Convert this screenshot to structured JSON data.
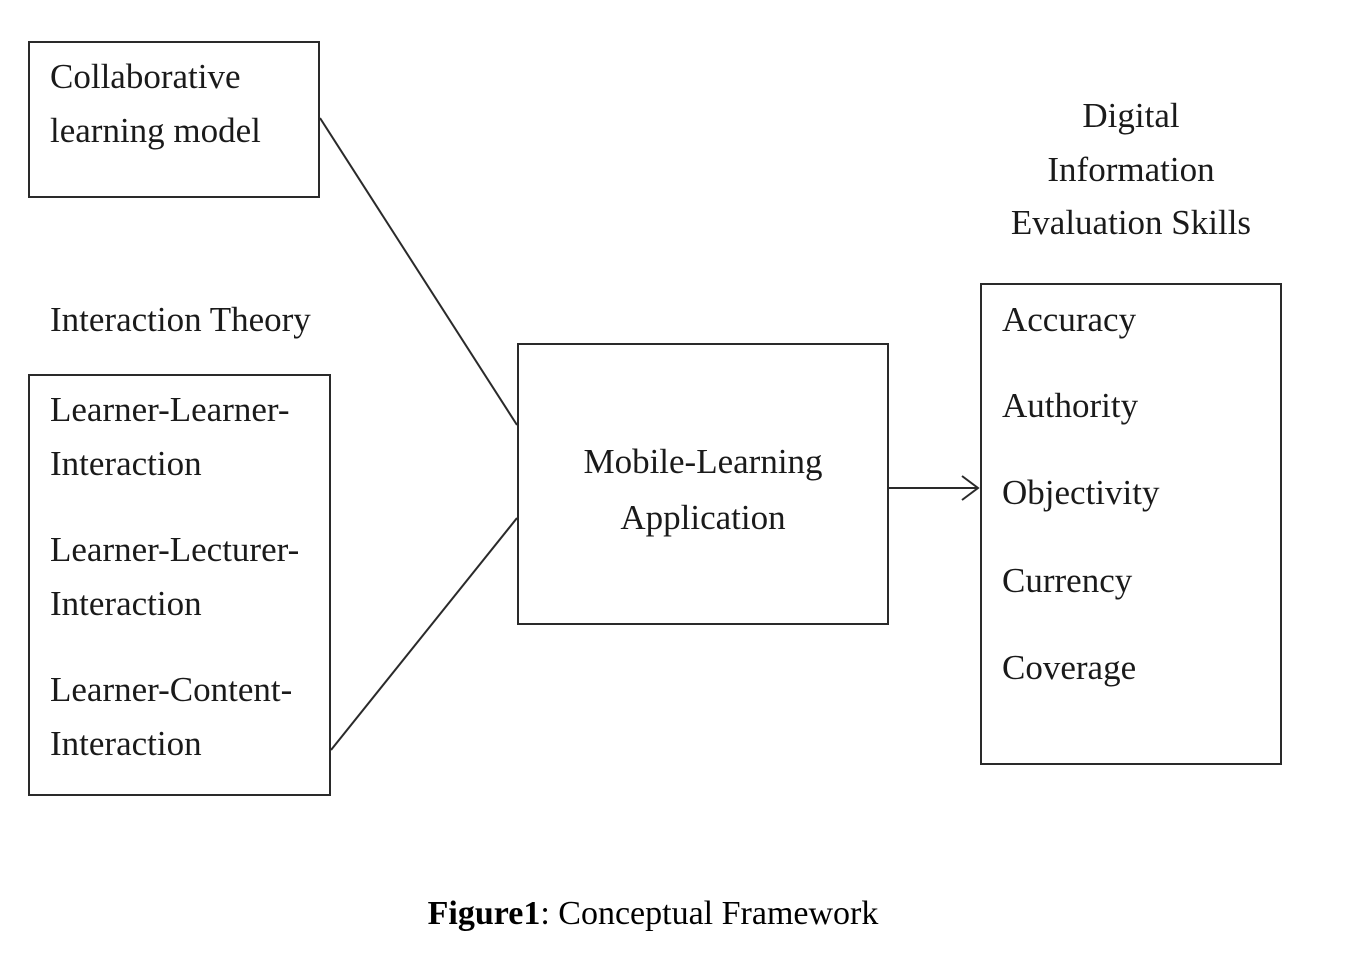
{
  "diagram": {
    "collaborative_box": {
      "lines": [
        "Collaborative",
        "learning model"
      ]
    },
    "interaction_theory": {
      "heading": "Interaction Theory",
      "items": [
        {
          "line1": "Learner-Learner-",
          "line2": "Interaction"
        },
        {
          "line1": "Learner-Lecturer-",
          "line2": "Interaction"
        },
        {
          "line1": "Learner-Content-",
          "line2": "Interaction"
        }
      ]
    },
    "mobile_box": {
      "lines": [
        "Mobile-Learning",
        "Application"
      ]
    },
    "skills": {
      "heading_lines": [
        "Digital",
        "Information",
        "Evaluation Skills"
      ],
      "items": [
        "Accuracy",
        "Authority",
        "Objectivity",
        "Currency",
        "Coverage"
      ]
    },
    "caption": {
      "label": "Figure1",
      "text": ": Conceptual Framework"
    },
    "colors": {
      "line": "#2a2a2a",
      "text": "#1a1a1a"
    }
  }
}
